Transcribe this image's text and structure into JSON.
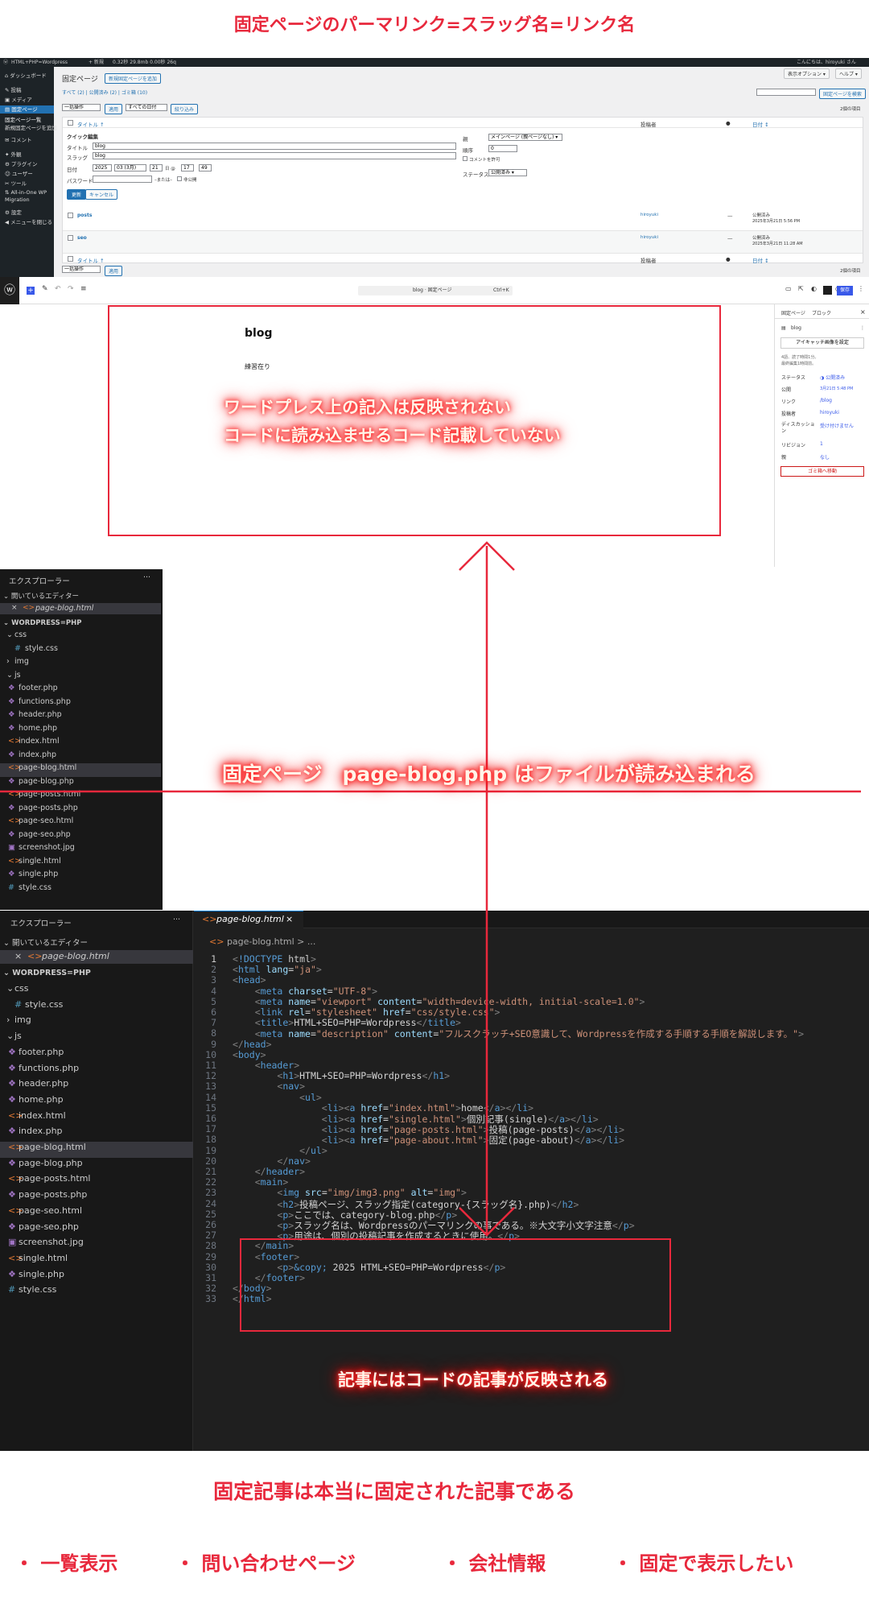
{
  "title_top": "固定ページのパーマリンク=スラッグ名=リンク名",
  "wp_admin": {
    "topbar": {
      "site": "HTML+PHP=Wordpress",
      "stats": "0.32秒 29.8mb 0.00秒 26q",
      "new": "+ 新規",
      "greeting": "こんにちは、hiroyuki さん"
    },
    "sidebar": [
      "ダッシュボード",
      "投稿",
      "メディア",
      "固定ページ",
      "固定ページ一覧",
      "新規固定ページを追加",
      "コメント",
      "外観",
      "プラグイン",
      "ユーザー",
      "ツール",
      "All-in-One WP Migration",
      "設定",
      "メニューを閉じる"
    ],
    "page_title": "固定ページ",
    "add_new": "新規固定ページを追加",
    "screen_options": "表示オプション ▾",
    "help": "ヘルプ ▾",
    "filters": "すべて (2) | 公開済み (2) | ゴミ箱 (10)",
    "search_button": "固定ページを検索",
    "bulk": "一括操作",
    "apply": "適用",
    "all_dates": "すべての日付",
    "filter": "絞り込み",
    "count": "2個の項目",
    "col_title": "タイトル ↑",
    "col_author": "投稿者",
    "col_comment": "●",
    "col_date": "日付 ↕",
    "quick_edit": {
      "heading": "クイック編集",
      "title_label": "タイトル",
      "title_value": "blog",
      "slug_label": "スラッグ",
      "slug_value": "blog",
      "date_label": "日付",
      "year": "2025",
      "month": "03 (3月)",
      "day": "21",
      "hour": "17",
      "minute": "49",
      "date_sep": "日 @",
      "password_label": "パスワード",
      "or_private": "–または–",
      "private": "非公開",
      "parent_label": "親",
      "parent_value": "メインページ (親ページなし) ▾",
      "order_label": "順序",
      "order_value": "0",
      "allow_comments": "コメントを許可",
      "status_label": "ステータス",
      "status_value": "公開済み ▾",
      "update": "更新",
      "cancel": "キャンセル"
    },
    "rows": [
      {
        "title": "posts",
        "author": "hiroyuki",
        "comments": "—",
        "date": "公開済み",
        "date2": "2025年3月21日 5:56 PM"
      },
      {
        "title": "seo",
        "author": "hiroyuki",
        "comments": "—",
        "date": "公開済み",
        "date2": "2025年3月21日 11:28 AM"
      }
    ]
  },
  "block_editor": {
    "doc_title": "blog · 固定ページ",
    "shortcut": "Ctrl+K",
    "save": "保存",
    "tab_page": "固定ページ",
    "tab_block": "ブロック",
    "page_name": "blog",
    "featured": "アイキャッチ画像を設定",
    "meta1": "4語、読了時間1分。",
    "meta2": "最終編集1時間前。",
    "status_label": "ステータス",
    "status_value": "公開済み",
    "publish_label": "公開",
    "publish_value": "3月21日 5:48 PM",
    "link_label": "リンク",
    "link_value": "/blog",
    "author_label": "投稿者",
    "author_value": "hiroyuki",
    "discussion_label": "ディスカッション",
    "discussion_value": "受け付けません",
    "revision_label": "リビジョン",
    "revision_value": "1",
    "parent_label": "親",
    "parent_value": "なし",
    "trash": "ゴミ箱へ移動",
    "content_title": "blog",
    "content_text": "練習在り"
  },
  "note1_line1": "ワードプレス上の記入は反映されない",
  "note1_line2": "コードに読み込ませるコード記載していない",
  "note2": "固定ページ　page-blog.php はファイルが読み込まれる",
  "note3": "記事にはコードの記事が反映される",
  "explorer": {
    "title": "エクスプローラー",
    "more": "···",
    "open_editors": "開いているエディター",
    "open_file": "page-blog.html",
    "folder": "WORDPRESS=PHP",
    "items": [
      {
        "n": "css",
        "t": "folder"
      },
      {
        "n": "style.css",
        "t": "css"
      },
      {
        "n": "img",
        "t": "folder"
      },
      {
        "n": "js",
        "t": "folder"
      },
      {
        "n": "footer.php",
        "t": "php"
      },
      {
        "n": "functions.php",
        "t": "php"
      },
      {
        "n": "header.php",
        "t": "php"
      },
      {
        "n": "home.php",
        "t": "php"
      },
      {
        "n": "index.html",
        "t": "html"
      },
      {
        "n": "index.php",
        "t": "php"
      },
      {
        "n": "page-blog.html",
        "t": "html"
      },
      {
        "n": "page-blog.php",
        "t": "php"
      },
      {
        "n": "page-posts.html",
        "t": "html"
      },
      {
        "n": "page-posts.php",
        "t": "php"
      },
      {
        "n": "page-seo.html",
        "t": "html"
      },
      {
        "n": "page-seo.php",
        "t": "php"
      },
      {
        "n": "screenshot.jpg",
        "t": "img"
      },
      {
        "n": "single.html",
        "t": "html"
      },
      {
        "n": "single.php",
        "t": "php"
      },
      {
        "n": "style.css",
        "t": "css"
      }
    ]
  },
  "code_editor": {
    "tab": "page-blog.html",
    "breadcrumb": "page-blog.html > ..."
  },
  "code_lines": [
    "<!DOCTYPE html>",
    "<html lang=\"ja\">",
    "<head>",
    "    <meta charset=\"UTF-8\">",
    "    <meta name=\"viewport\" content=\"width=device-width, initial-scale=1.0\">",
    "    <link rel=\"stylesheet\" href=\"css/style.css\">",
    "    <title>HTML+SEO=PHP=Wordpress</title>",
    "    <meta name=\"description\" content=\"フルスクラッチ+SEO意識して、Wordpressを作成する手順する手順を解説します。\">",
    "</head>",
    "<body>",
    "    <header>",
    "        <h1>HTML+SEO=PHP=Wordpress</h1>",
    "        <nav>",
    "            <ul>",
    "                <li><a href=\"index.html\">home</a></li>",
    "                <li><a href=\"single.html\">個別記事(single)</a></li>",
    "                <li><a href=\"page-posts.html\">投稿(page-posts)</a></li>",
    "                <li><a href=\"page-about.html\">固定(page-about)</a></li>",
    "            </ul>",
    "        </nav>",
    "    </header>",
    "    <main>",
    "        <img src=\"img/img3.png\" alt=\"img\">",
    "        <h2>投稿ページ、スラッグ指定(category-{スラッグ名}.php)</h2>",
    "        <p>ここでは、category-blog.php</p>",
    "        <p>スラッグ名は、Wordpressのパーマリンクの事である。※大文字小文字注意</p>",
    "        <p>用途は、個別の投稿記事を作成するときに使用。</p>",
    "    </main>",
    "    <footer>",
    "        <p>&copy; 2025 HTML+SEO=PHP=Wordpress</p>",
    "    </footer>",
    "</body>",
    "</html>"
  ],
  "summary": "固定記事は本当に固定された記事である",
  "bullets": [
    "・ 一覧表示",
    "・ 問い合わせページ",
    "・ 会社情報",
    "・ 固定で表示したい"
  ]
}
